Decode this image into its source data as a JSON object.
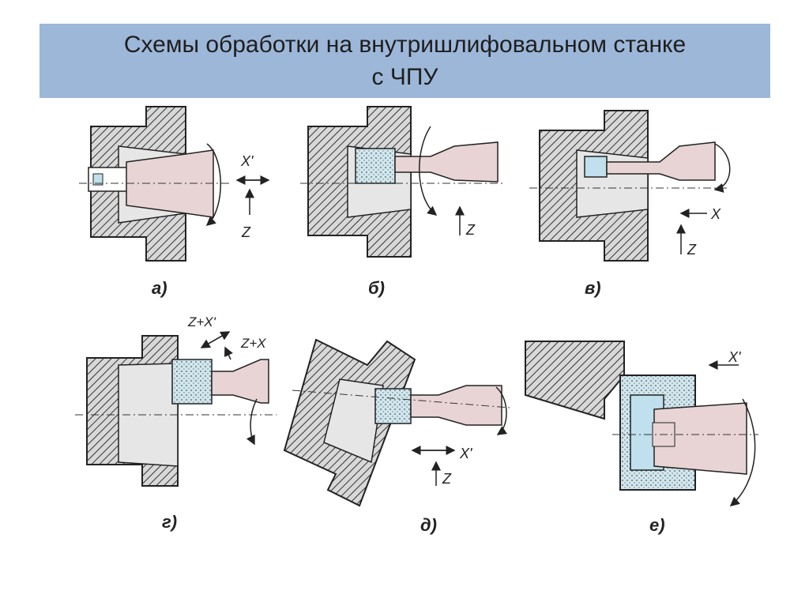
{
  "title": "Схемы обработки на внутришлифовальном станке\nс ЧПУ",
  "panels": [
    {
      "label": "а)",
      "axes": [
        "X'",
        "Z"
      ]
    },
    {
      "label": "б)",
      "axes": [
        "Z"
      ]
    },
    {
      "label": "в)",
      "axes": [
        "X",
        "Z"
      ]
    },
    {
      "label": "г)",
      "axes": [
        "Z+X'",
        "Z+X"
      ]
    },
    {
      "label": "д)",
      "axes": [
        "X'",
        "Z"
      ]
    },
    {
      "label": "е)",
      "axes": [
        "X'"
      ]
    }
  ],
  "colors": {
    "title_band": "#9db7d9",
    "hatch": "#333333",
    "part_fill": "#c9c9c9",
    "spindle": "#e8d4d4",
    "wheel": "#bfe0ec"
  }
}
